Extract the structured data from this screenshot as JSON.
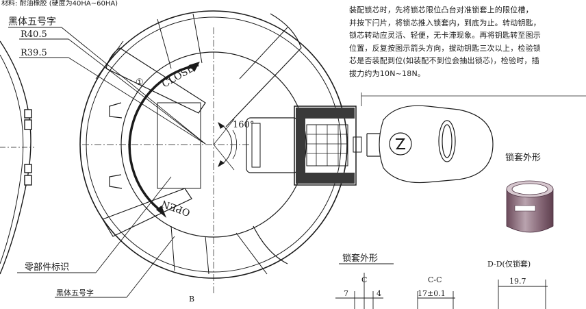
{
  "top_partial_note": "材料: 耐油橡胶 (硬度为40HA~60HA)",
  "labels": {
    "font_spec_top": "黑体五号字",
    "r_outer": "R40.5",
    "r_inner": "R39.5",
    "close": "CLOSE",
    "open": "OPEN",
    "angle": "160°",
    "circle_num": "①",
    "part_id": "零部件标识",
    "font_spec_bottom": "黑体五号字",
    "section_b": "B",
    "lock_sleeve_shape_right": "锁套外形",
    "lock_sleeve_shape_bottom": "锁套外形",
    "section_c": "C",
    "section_cc": "C-C",
    "section_dd": "D-D(仅锁套)",
    "dim_7": "7",
    "dim_4": "4",
    "dim_17": "17±0.1",
    "dim_19_7": "19.7"
  },
  "assembly_note": "装配锁芯时，先将锁芯限位凸台对准锁套上的限位槽，\n并按下闩片，将锁芯推入锁套内，到底为止。转动钥匙，\n锁芯转动应灵活、轻便，无卡滞现象。再将钥匙转至图示\n位置，反复按图示箭头方向，拔动钥匙三次以上，检验锁\n芯是否装配到位(如装配不到位会抽出锁芯)，检验时，插\n拔力约为10N~18N。"
}
